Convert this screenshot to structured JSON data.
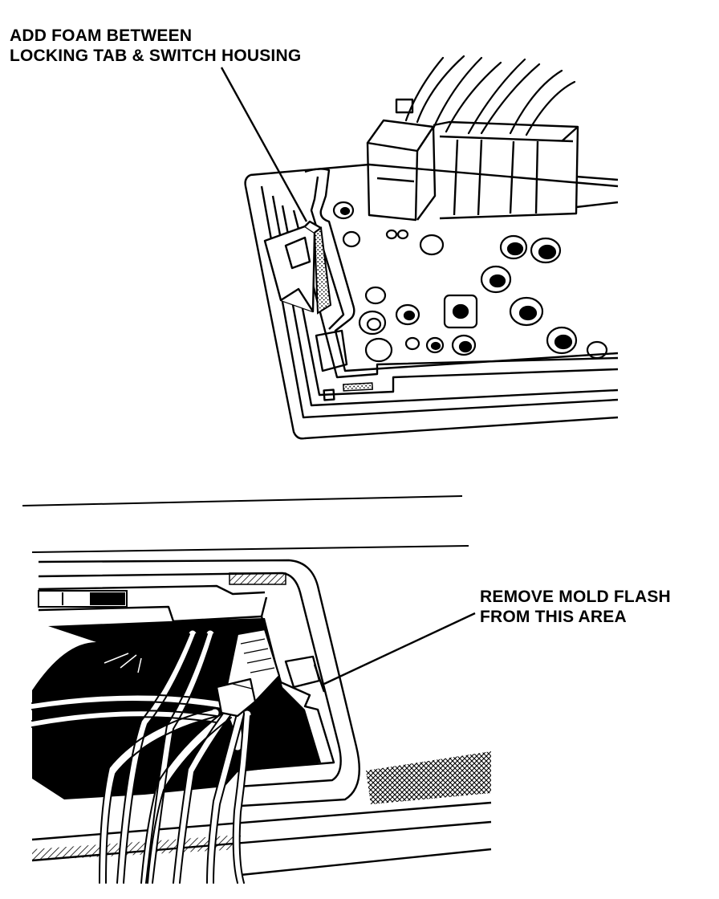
{
  "callouts": {
    "foam": {
      "line1": "ADD FOAM BETWEEN",
      "line2": "LOCKING TAB & SWITCH HOUSING"
    },
    "mold_flash": {
      "line1": "REMOVE MOLD FLASH",
      "line2": "FROM THIS AREA"
    }
  },
  "colors": {
    "ink": "#000000",
    "paper": "#ffffff",
    "foam": "#7a7a7a"
  }
}
